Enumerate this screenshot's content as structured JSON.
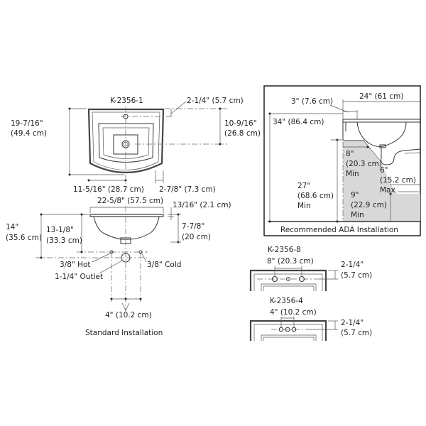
{
  "standard": {
    "model": "K-2356-1",
    "faucet_offset": "2-1/4\" (5.7 cm)",
    "drain_offset_in": "10-9/16\"",
    "drain_offset_cm": "(26.8 cm)",
    "depth_in": "19-7/16\"",
    "depth_cm": "(49.4 cm)",
    "half_width": "11-5/16\" (28.7 cm)",
    "bowl_offset": "2-7/8\" (7.3 cm)",
    "width": "22-5/8\" (57.5 cm)",
    "rim_height": "13/16\" (2.1 cm)",
    "total_height_in": "14\"",
    "total_height_cm": "(35.6 cm)",
    "supply_height_in": "13-1/8\"",
    "supply_height_cm": "(33.3 cm)",
    "bowl_depth_in": "7-7/8\"",
    "bowl_depth_cm": "(20 cm)",
    "hot": "3/8\" Hot",
    "cold": "3/8\" Cold",
    "outlet": "1-1/4\" Outlet",
    "supply_spacing": "4\" (10.2 cm)",
    "caption": "Standard Installation"
  },
  "ada": {
    "front_offset": "3\" (7.6 cm)",
    "counter_depth": "24\" (61 cm)",
    "counter_height": "34\" (86.4 cm)",
    "knee_depth": [
      "8\"",
      "(20.3 cm)",
      "Min"
    ],
    "knee_height": [
      "27\"",
      "(68.6 cm)",
      "Min"
    ],
    "pipe_offset": [
      "6\"",
      "(15.2 cm)",
      "Max"
    ],
    "toe_depth": [
      "9\"",
      "(22.9 cm)",
      "Min"
    ],
    "caption": "Recommended ADA Installation"
  },
  "variants": [
    {
      "model": "K-2356-8",
      "spacing": "8\" (20.3 cm)",
      "offset_in": "2-1/4\"",
      "offset_cm": "(5.7 cm)"
    },
    {
      "model": "K-2356-4",
      "spacing": "4\" (10.2 cm)",
      "offset_in": "2-1/4\"",
      "offset_cm": "(5.7 cm)"
    }
  ]
}
